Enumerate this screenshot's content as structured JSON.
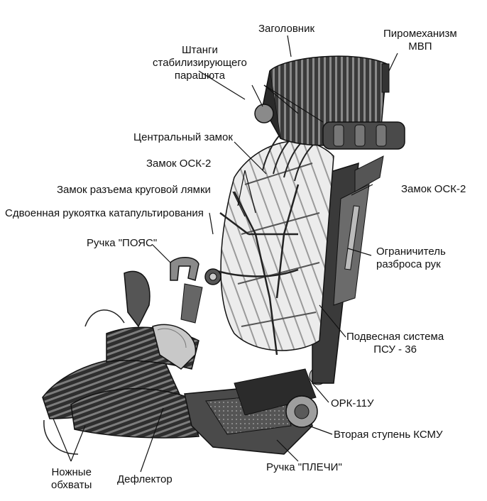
{
  "labels": {
    "headrest": "Заголовник",
    "pyro": [
      "Пиромеханизм",
      "МВП"
    ],
    "rods": [
      "Штанги",
      "стабилизирующего",
      "парашюта"
    ],
    "central_lock": "Центральный замок",
    "osk_lock_left": "Замок ОСК-2",
    "osk_lock_right": "Замок ОСК-2",
    "strap_lock": "Замок разъема круговой лямки",
    "handle_double": "Сдвоенная рукоятка катапультирования",
    "handle_belt": "Ручка \"ПОЯС\"",
    "limiter": [
      "Ограничитель",
      "разброса рук"
    ],
    "harness": [
      "Подвесная система",
      "ПСУ - 36"
    ],
    "ork": "ОРК-11У",
    "stage2": "Вторая ступень КСМУ",
    "handle_shoulders": "Ручка \"ПЛЕЧИ\"",
    "deflector": "Дефлектор",
    "leg": [
      "Ножные",
      "обхваты"
    ]
  },
  "colors": {
    "dark": "#2a2a2a",
    "mid": "#6e6e6e",
    "light": "#d4d4d4",
    "parachute": "#e6e6e6",
    "line": "#111111"
  }
}
